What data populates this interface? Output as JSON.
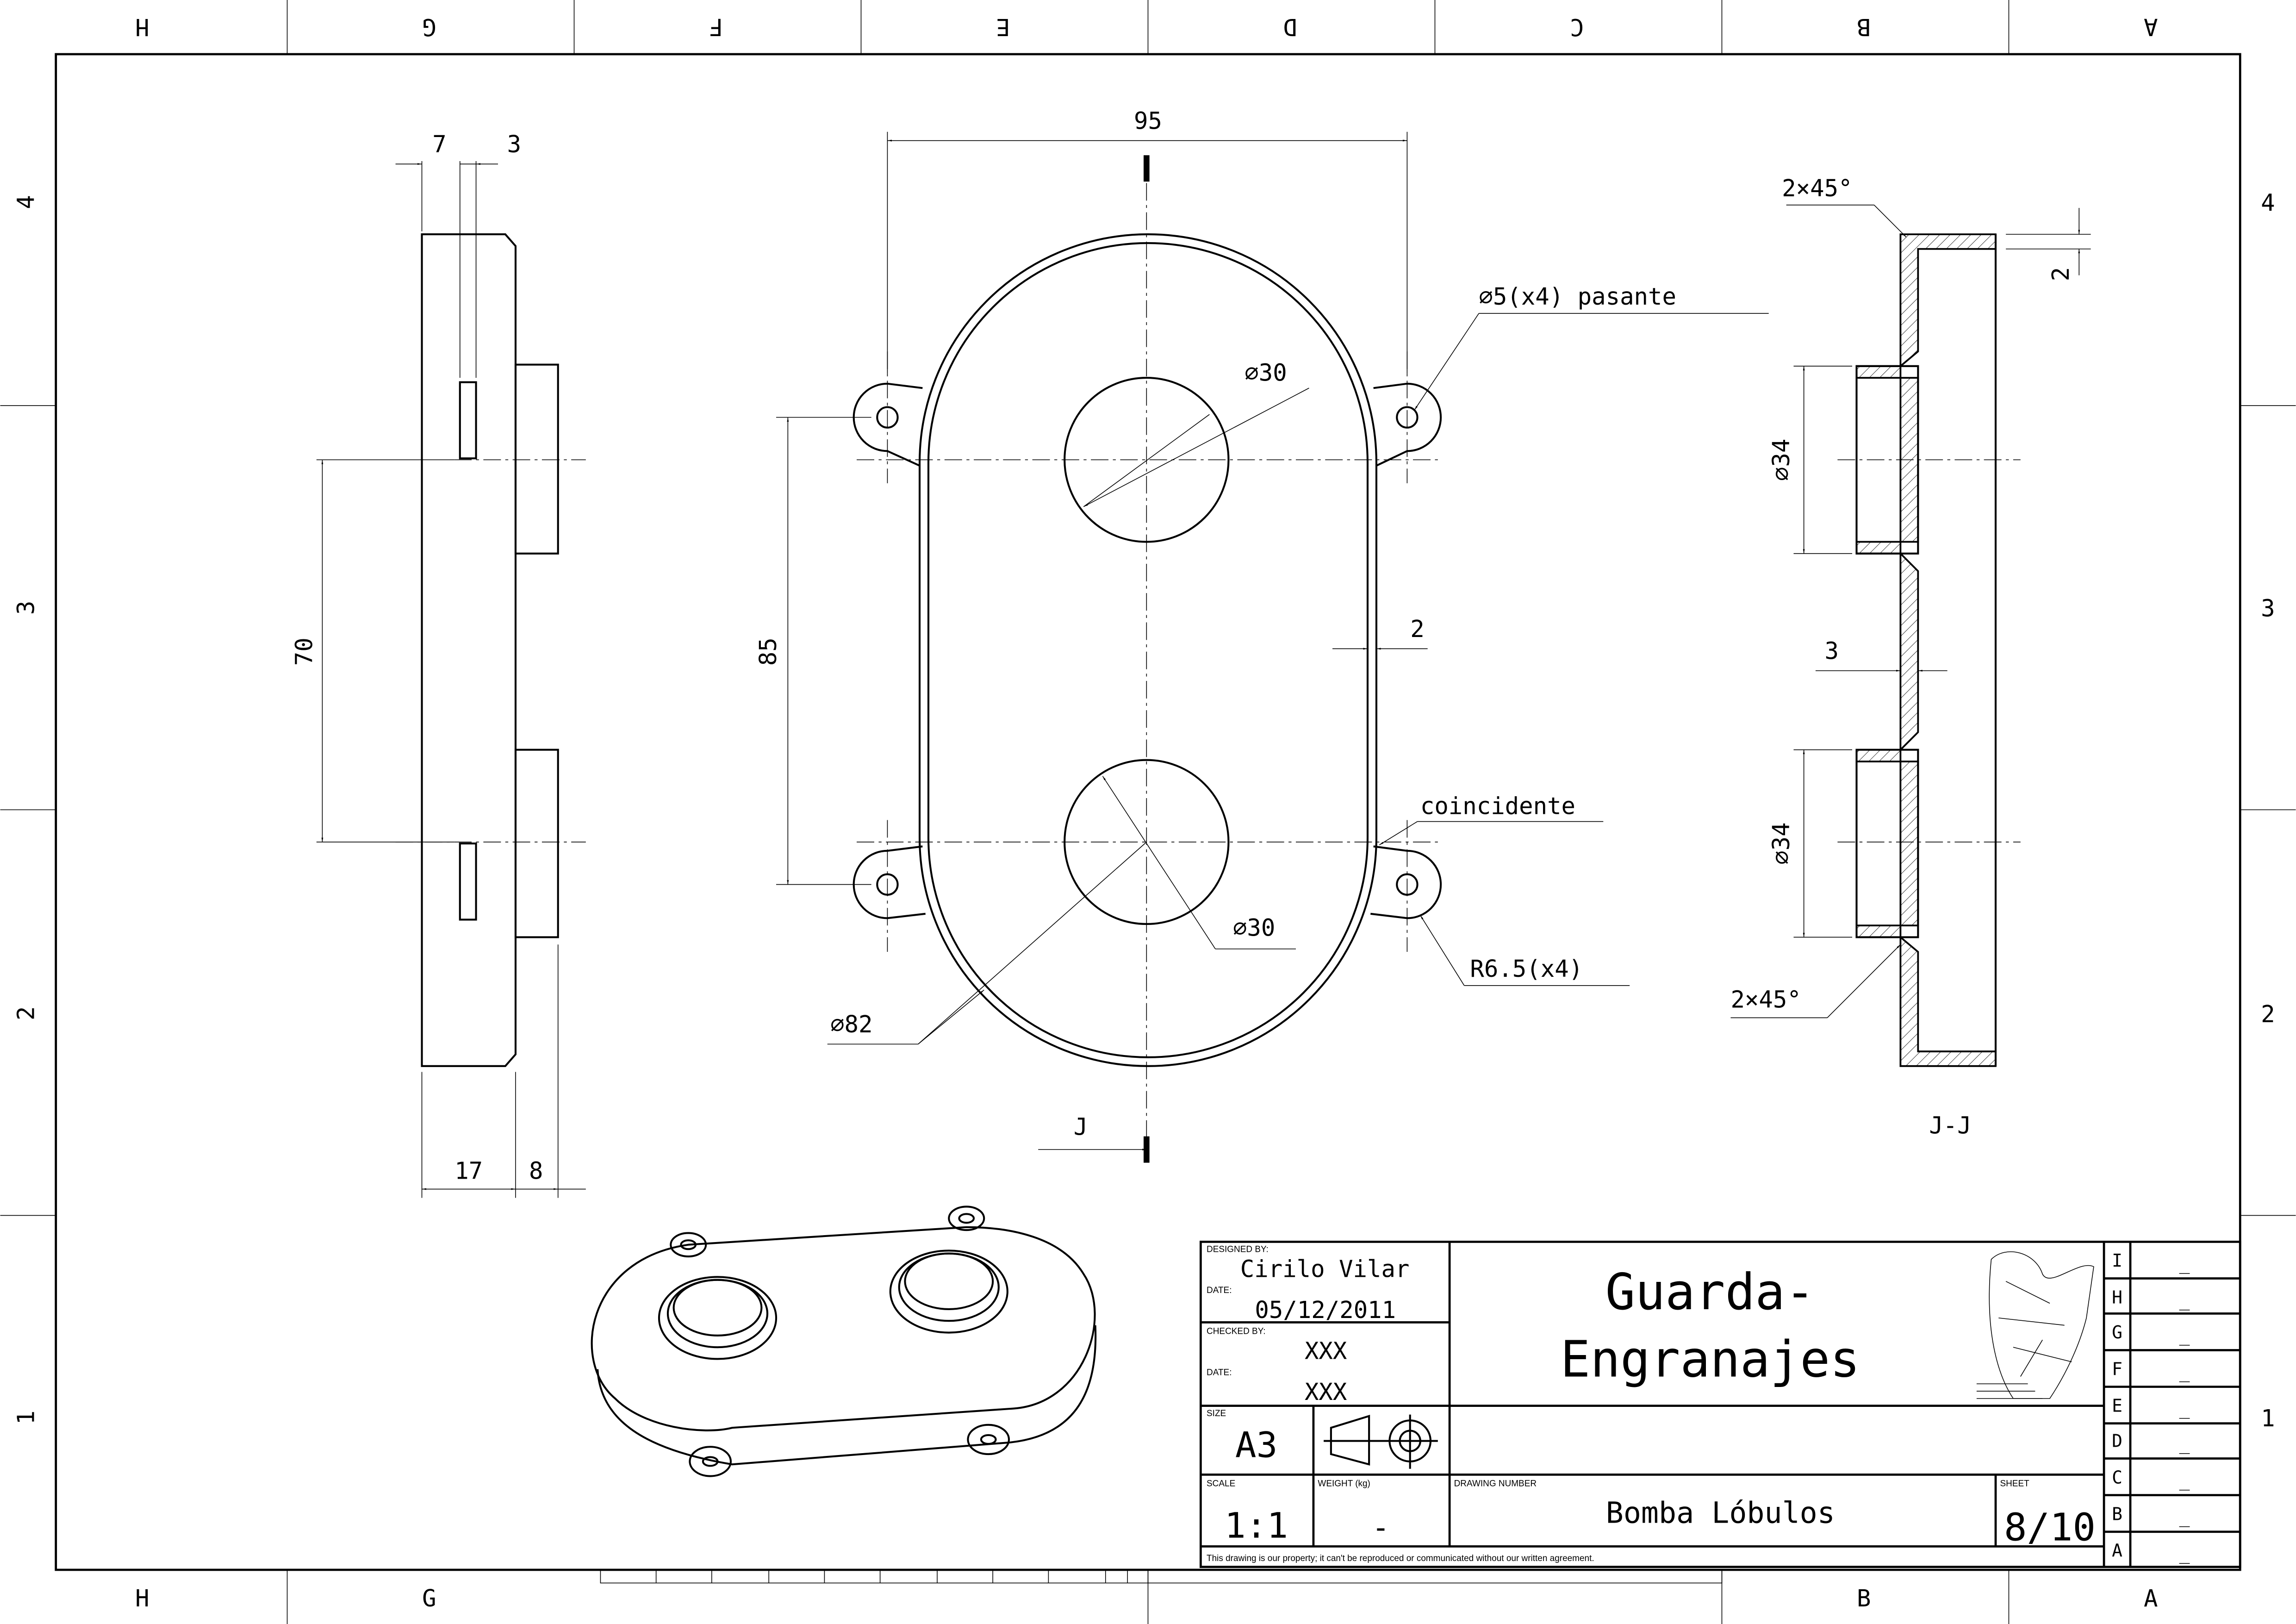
{
  "frame": {
    "cols_top": [
      "H",
      "G",
      "F",
      "E",
      "D",
      "C",
      "B",
      "A"
    ],
    "cols_bottom": [
      "H",
      "G",
      "B",
      "A"
    ],
    "rows": [
      "4",
      "3",
      "2",
      "1"
    ]
  },
  "left_view": {
    "dims": [
      "7",
      "3",
      "70",
      "17",
      "8"
    ]
  },
  "front_view": {
    "dims": {
      "width": "95",
      "height": "85",
      "wall": "2",
      "hole_top": "⌀30",
      "hole_bottom": "⌀30",
      "outer": "⌀82"
    },
    "notes": {
      "holes": "⌀5(x4) pasante",
      "coincident": "coincidente",
      "radius": "R6.5(x4)"
    },
    "section_marks": [
      "I",
      "I"
    ],
    "section_label": "J"
  },
  "section_view": {
    "title": "J-J",
    "dims": {
      "chamfer_top": "2×45°",
      "chamfer_bottom": "2×45°",
      "step": "2",
      "d_top": "⌀34",
      "d_bottom": "⌀34",
      "wall": "3"
    }
  },
  "title_block": {
    "designed_by_label": "DESIGNED BY:",
    "designed_by": "Cirilo Vilar",
    "date_label": "DATE:",
    "date": "05/12/2011",
    "checked_by_label": "CHECKED BY:",
    "checked_by": "XXX",
    "date2_label": "DATE:",
    "date2": "XXX",
    "title_line1": "Guarda-",
    "title_line2": "Engranajes",
    "size_label": "SIZE",
    "size": "A3",
    "scale_label": "SCALE",
    "scale": "1:1",
    "weight_label": "WEIGHT (kg)",
    "weight": "-",
    "drawing_number_label": "DRAWING NUMBER",
    "drawing_number": "Bomba Lóbulos",
    "sheet_label": "SHEET",
    "sheet": "8/10",
    "disclaimer": "This drawing is our property; it can't be reproduced or communicated without our written agreement.",
    "revisions": [
      {
        "letter": "I",
        "value": "_"
      },
      {
        "letter": "H",
        "value": "_"
      },
      {
        "letter": "G",
        "value": "_"
      },
      {
        "letter": "F",
        "value": "_"
      },
      {
        "letter": "E",
        "value": "_"
      },
      {
        "letter": "D",
        "value": "_"
      },
      {
        "letter": "C",
        "value": "_"
      },
      {
        "letter": "B",
        "value": "_"
      },
      {
        "letter": "A",
        "value": "_"
      }
    ]
  }
}
